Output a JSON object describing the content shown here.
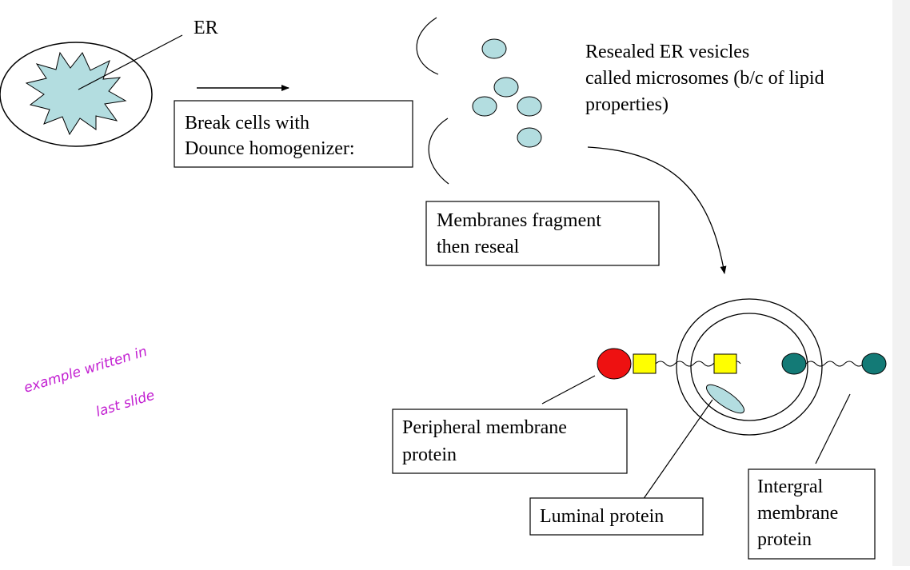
{
  "labels": {
    "er": "ER",
    "break_line1": "Break cells with",
    "break_line2": "Dounce homogenizer:",
    "resealed_line1": "Resealed ER vesicles",
    "resealed_line2": "called microsomes (b/c of lipid",
    "resealed_line3": "properties)",
    "fragment_line1": "Membranes fragment",
    "fragment_line2": "then reseal",
    "peripheral_line1": "Peripheral membrane",
    "peripheral_line2": "protein",
    "luminal": "Luminal protein",
    "integral_line1": "Intergral",
    "integral_line2": "membrane",
    "integral_line3": "protein"
  },
  "annotation": {
    "line1": "example written in",
    "line2": "last slide"
  },
  "colors": {
    "vesicle_fill": "#b3dde0",
    "peripheral_red": "#ee1111",
    "square_yellow": "#ffff00",
    "integral_teal": "#137a76",
    "handwriting": "#c21fd1"
  }
}
